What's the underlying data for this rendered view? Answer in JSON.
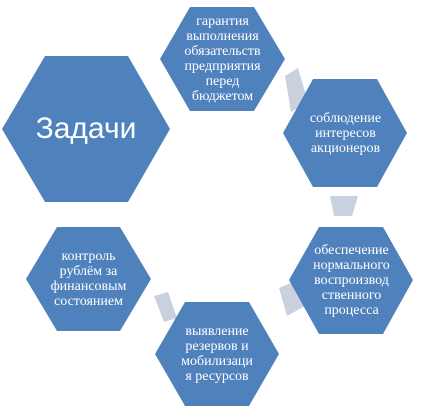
{
  "diagram": {
    "colors": {
      "hexagon": "#4f81bd",
      "connector": "#c9d1df",
      "text": "#ffffff"
    },
    "center": {
      "title": "Задачи"
    },
    "items": [
      {
        "label": "гарантия\nвыполнения\nобязательств\nпредприятия\nперед\nбюджетом"
      },
      {
        "label": "соблюдение\nинтересов\nакционеров"
      },
      {
        "label": "обеспечение\nнормального\nвоспроизвод\nственного\nпроцесса"
      },
      {
        "label": "выявление\nрезервов и\nмобилизаци\nя ресурсов"
      },
      {
        "label": "контроль\nрублём за\nфинансовым\nсостоянием"
      }
    ]
  }
}
